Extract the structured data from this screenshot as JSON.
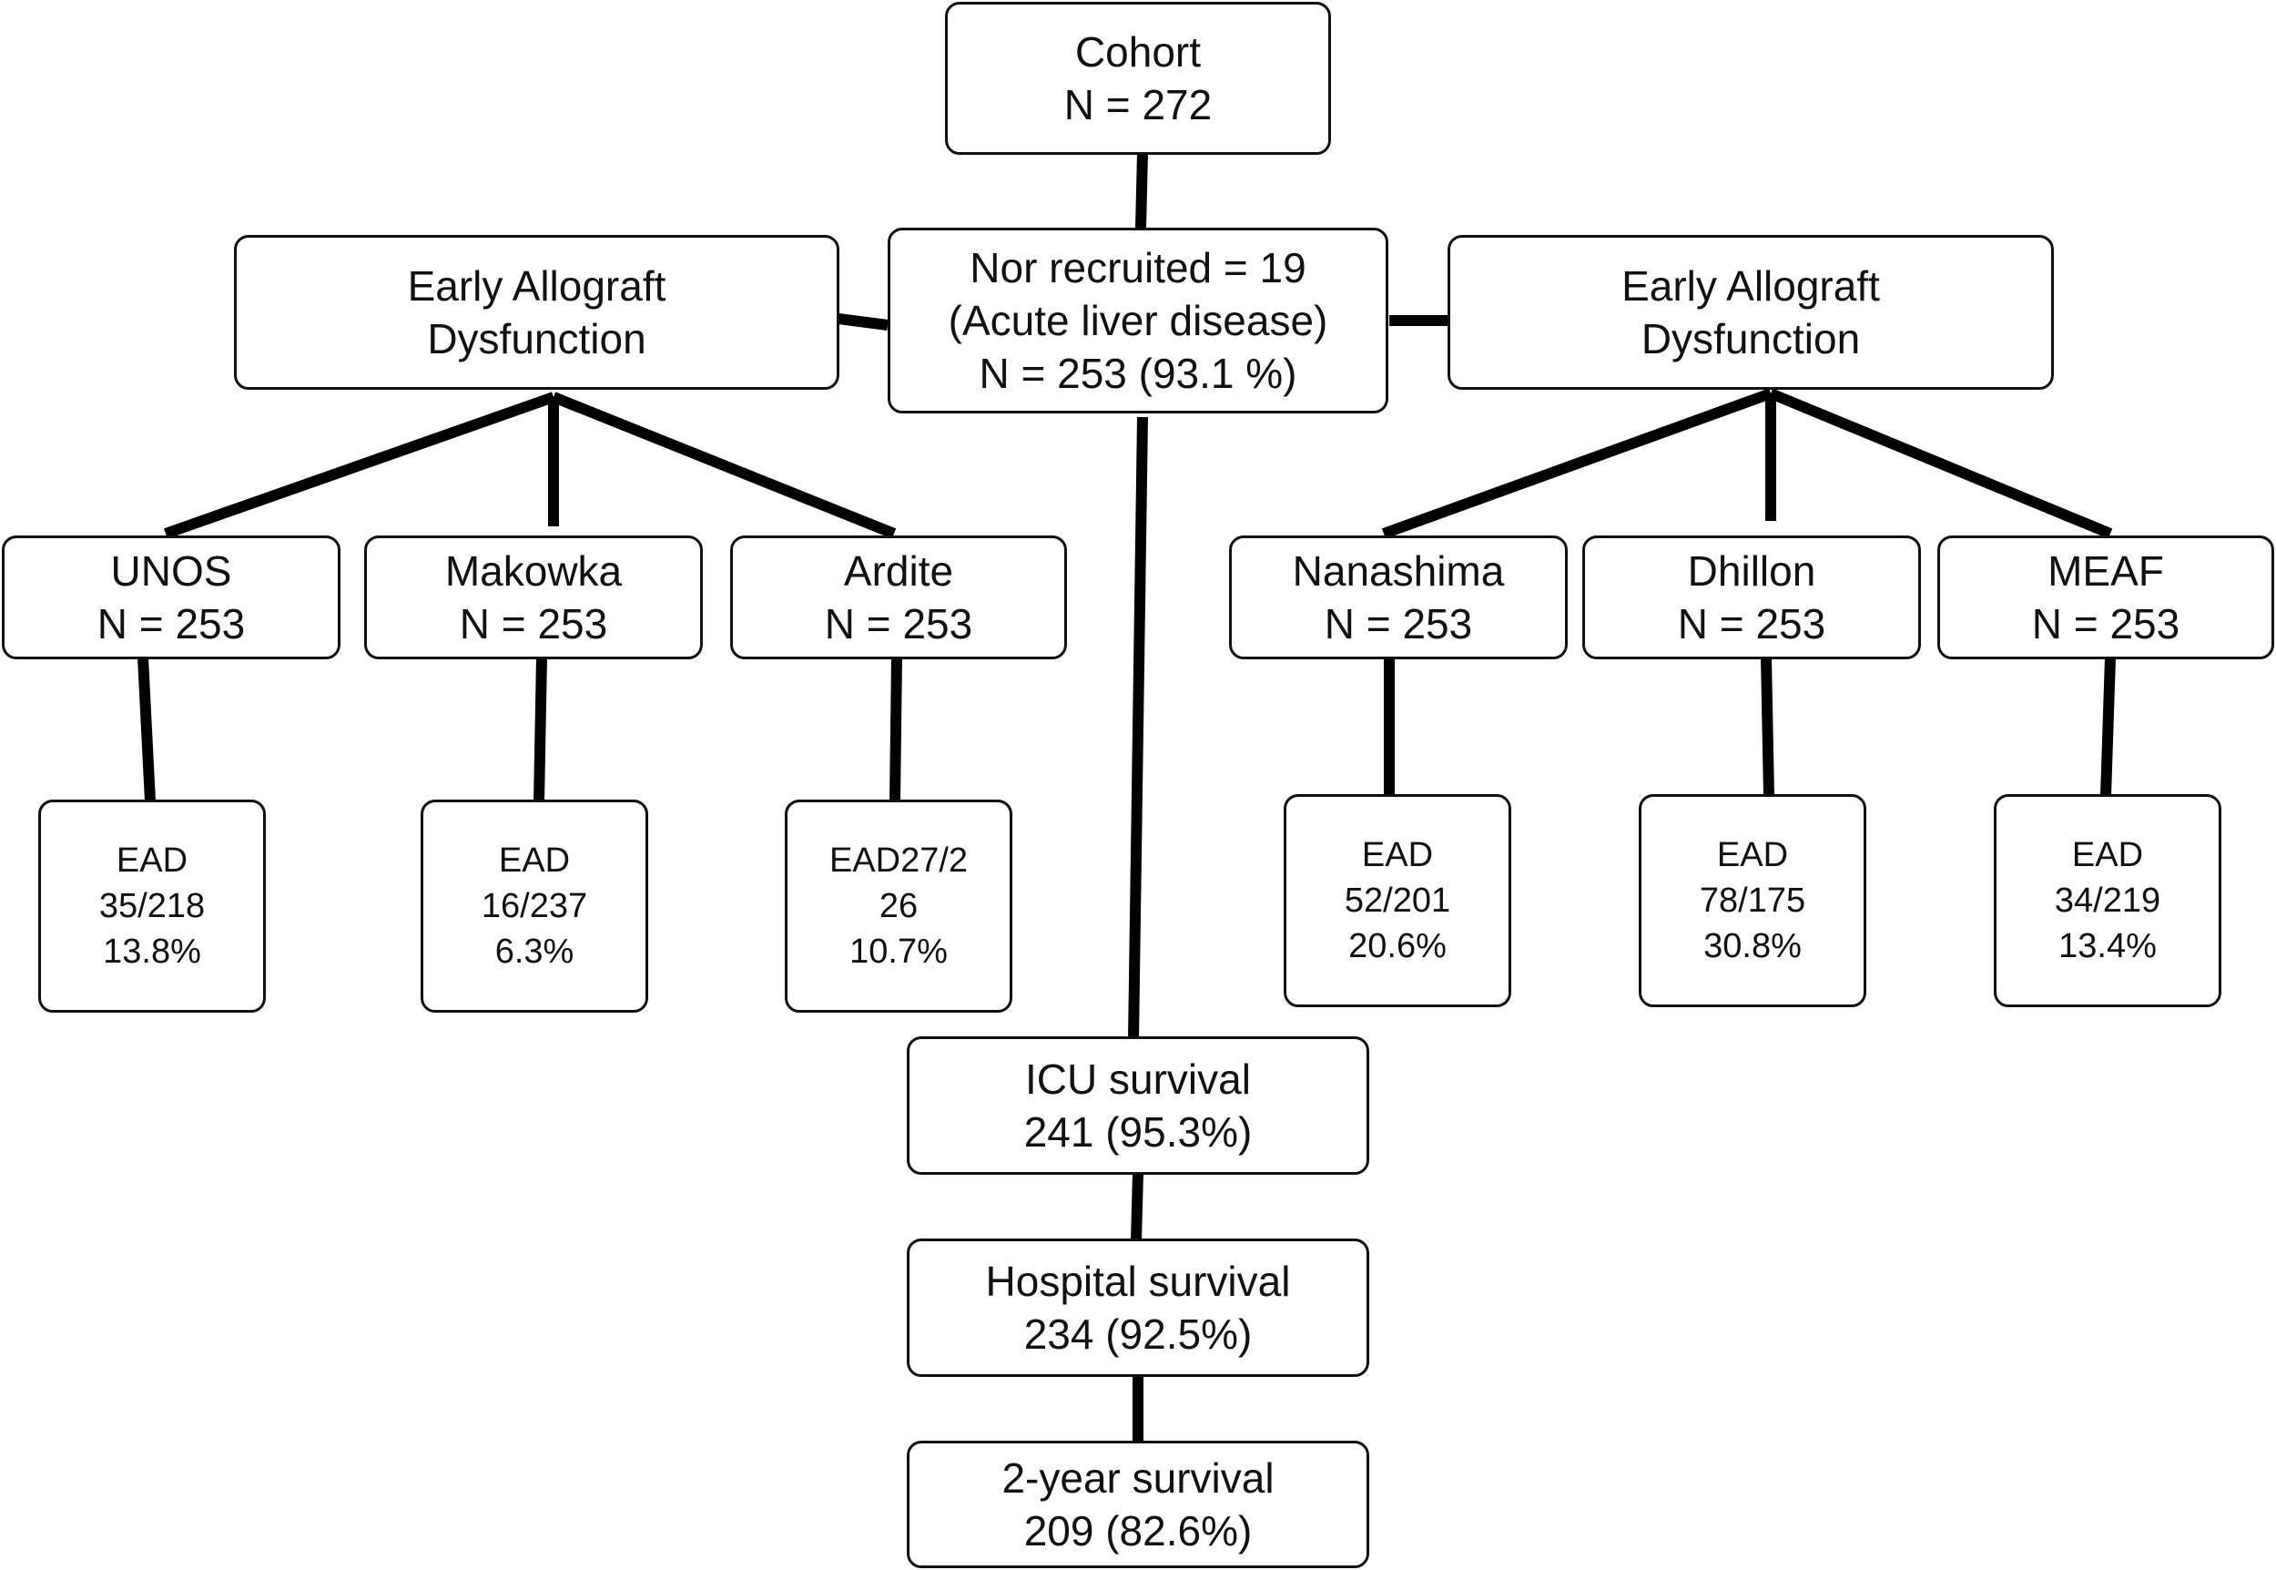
{
  "cohort": {
    "title": "Cohort",
    "n": "N = 272"
  },
  "recruit": {
    "line1": "Nor recruited = 19",
    "line2": "(Acute liver disease)",
    "line3": "N = 253 (93.1 %)"
  },
  "ead_left": {
    "line1": "Early Allograft",
    "line2": "Dysfunction"
  },
  "ead_right": {
    "line1": "Early Allograft",
    "line2": "Dysfunction"
  },
  "criteria": [
    {
      "name": "UNOS",
      "n": "N = 253",
      "ead_label": "EAD",
      "ead_ratio": "35/218",
      "ead_pct": "13.8%"
    },
    {
      "name": "Makowka",
      "n": "N = 253",
      "ead_label": "EAD",
      "ead_ratio": "16/237",
      "ead_pct": "6.3%"
    },
    {
      "name": "Ardite",
      "n": "N = 253",
      "ead_label": "EAD27/2",
      "ead_ratio": "26",
      "ead_pct": "10.7%"
    },
    {
      "name": "Nanashima",
      "n": "N = 253",
      "ead_label": "EAD",
      "ead_ratio": "52/201",
      "ead_pct": "20.6%"
    },
    {
      "name": "Dhillon",
      "n": "N = 253",
      "ead_label": "EAD",
      "ead_ratio": "78/175",
      "ead_pct": "30.8%"
    },
    {
      "name": "MEAF",
      "n": "N = 253",
      "ead_label": "EAD",
      "ead_ratio": "34/219",
      "ead_pct": "13.4%"
    }
  ],
  "survival": [
    {
      "label": "ICU survival",
      "value": "241 (95.3%)"
    },
    {
      "label": "Hospital survival",
      "value": "234 (92.5%)"
    },
    {
      "label": "2-year survival",
      "value": "209 (82.6%)"
    }
  ]
}
